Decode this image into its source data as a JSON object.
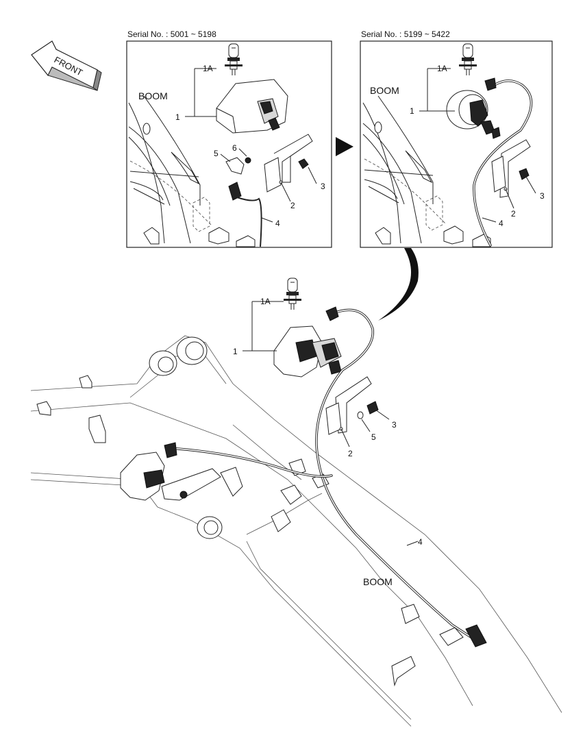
{
  "panels": {
    "left": {
      "serial_label": "Serial No. : 5001 ~ 5198",
      "boom_label": "BOOM",
      "callouts": [
        "1A",
        "1",
        "6",
        "5",
        "3",
        "2",
        "4"
      ]
    },
    "right": {
      "serial_label": "Serial No. : 5199 ~ 5422",
      "boom_label": "BOOM",
      "callouts": [
        "1A",
        "1",
        "3",
        "2",
        "4"
      ]
    }
  },
  "front_label": "FRONT",
  "main": {
    "boom_label": "BOOM",
    "callouts": [
      "1A",
      "1",
      "2",
      "3",
      "5",
      "4"
    ]
  },
  "icons": {
    "front_arrow": "front-direction-arrow-icon",
    "bulb": "halogen-bulb-icon",
    "pointer": "triangle-pointer-icon"
  },
  "colors": {
    "ink": "#222222",
    "background": "#ffffff"
  }
}
